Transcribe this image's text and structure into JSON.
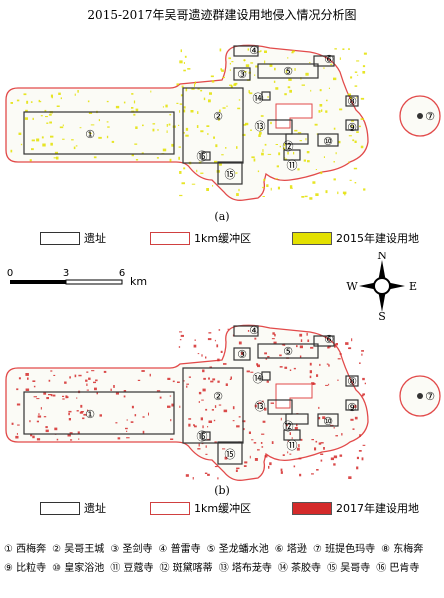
{
  "title": "2015-2017年吴哥遗迹群建设用地侵入情况分析图",
  "panels": [
    {
      "caption": "(a)"
    },
    {
      "caption": "(b)"
    }
  ],
  "legend_a": {
    "site": "遗址",
    "buffer": "1km缓冲区",
    "construction": "2015年建设用地",
    "construction_color": "#e3e000"
  },
  "legend_b": {
    "site": "遗址",
    "buffer": "1km缓冲区",
    "construction": "2017年建设用地",
    "construction_color": "#d42a2a"
  },
  "scale": {
    "ticks": [
      "0",
      "3",
      "6"
    ],
    "unit": "km"
  },
  "compass": {
    "n": "N",
    "s": "S",
    "e": "E",
    "w": "W"
  },
  "site_labels": [
    "①",
    "②",
    "③",
    "④",
    "⑤",
    "⑥",
    "⑦",
    "⑧",
    "⑨",
    "⑩",
    "⑪",
    "⑫",
    "⑬",
    "⑭",
    "⑮",
    "⑯"
  ],
  "key": [
    "① 西梅奔",
    "② 吴哥王城",
    "③ 圣剑寺",
    "④ 普雷寺",
    "⑤ 圣龙蟠水池",
    "⑥ 塔逊",
    "⑦ 班提色玛寺",
    "⑧ 东梅奔",
    "⑨ 比粒寺",
    "⑩ 皇家浴池",
    "⑪ 豆蔻寺",
    "⑫ 斑黛喀蒂",
    "⑬ 塔布茏寺",
    "⑭ 茶胶寺",
    "⑮ 吴哥寺",
    "⑯ 巴肯寺"
  ]
}
